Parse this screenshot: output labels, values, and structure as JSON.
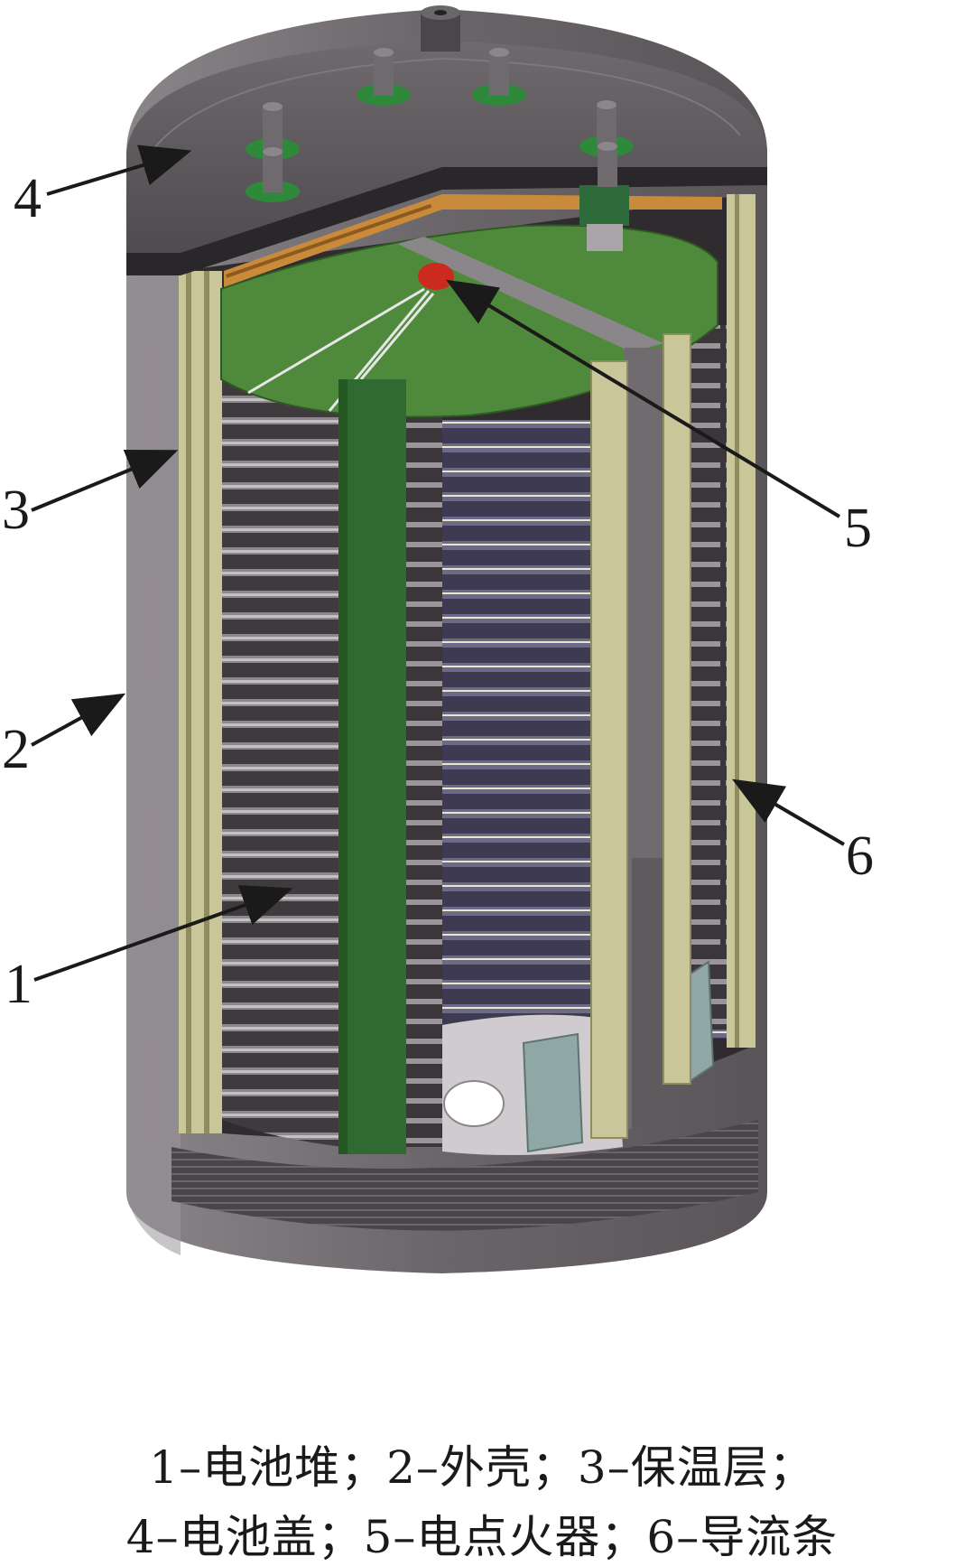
{
  "callouts": {
    "c1": "1",
    "c2": "2",
    "c3": "3",
    "c4": "4",
    "c5": "5",
    "c6": "6"
  },
  "caption": {
    "line1": "1–电池堆；2–外壳；3–保温层；",
    "line2": "4–电池盖；5–电点火器；6–导流条"
  },
  "colors": {
    "shell": "#6e6a6e",
    "lid": "#5f5a5e",
    "insulation": "#c9c79a",
    "stack": "#4c484c",
    "cell_disc": "#4f8a3c",
    "igniter": "#cc2a1e",
    "copper": "#c98a3a"
  }
}
